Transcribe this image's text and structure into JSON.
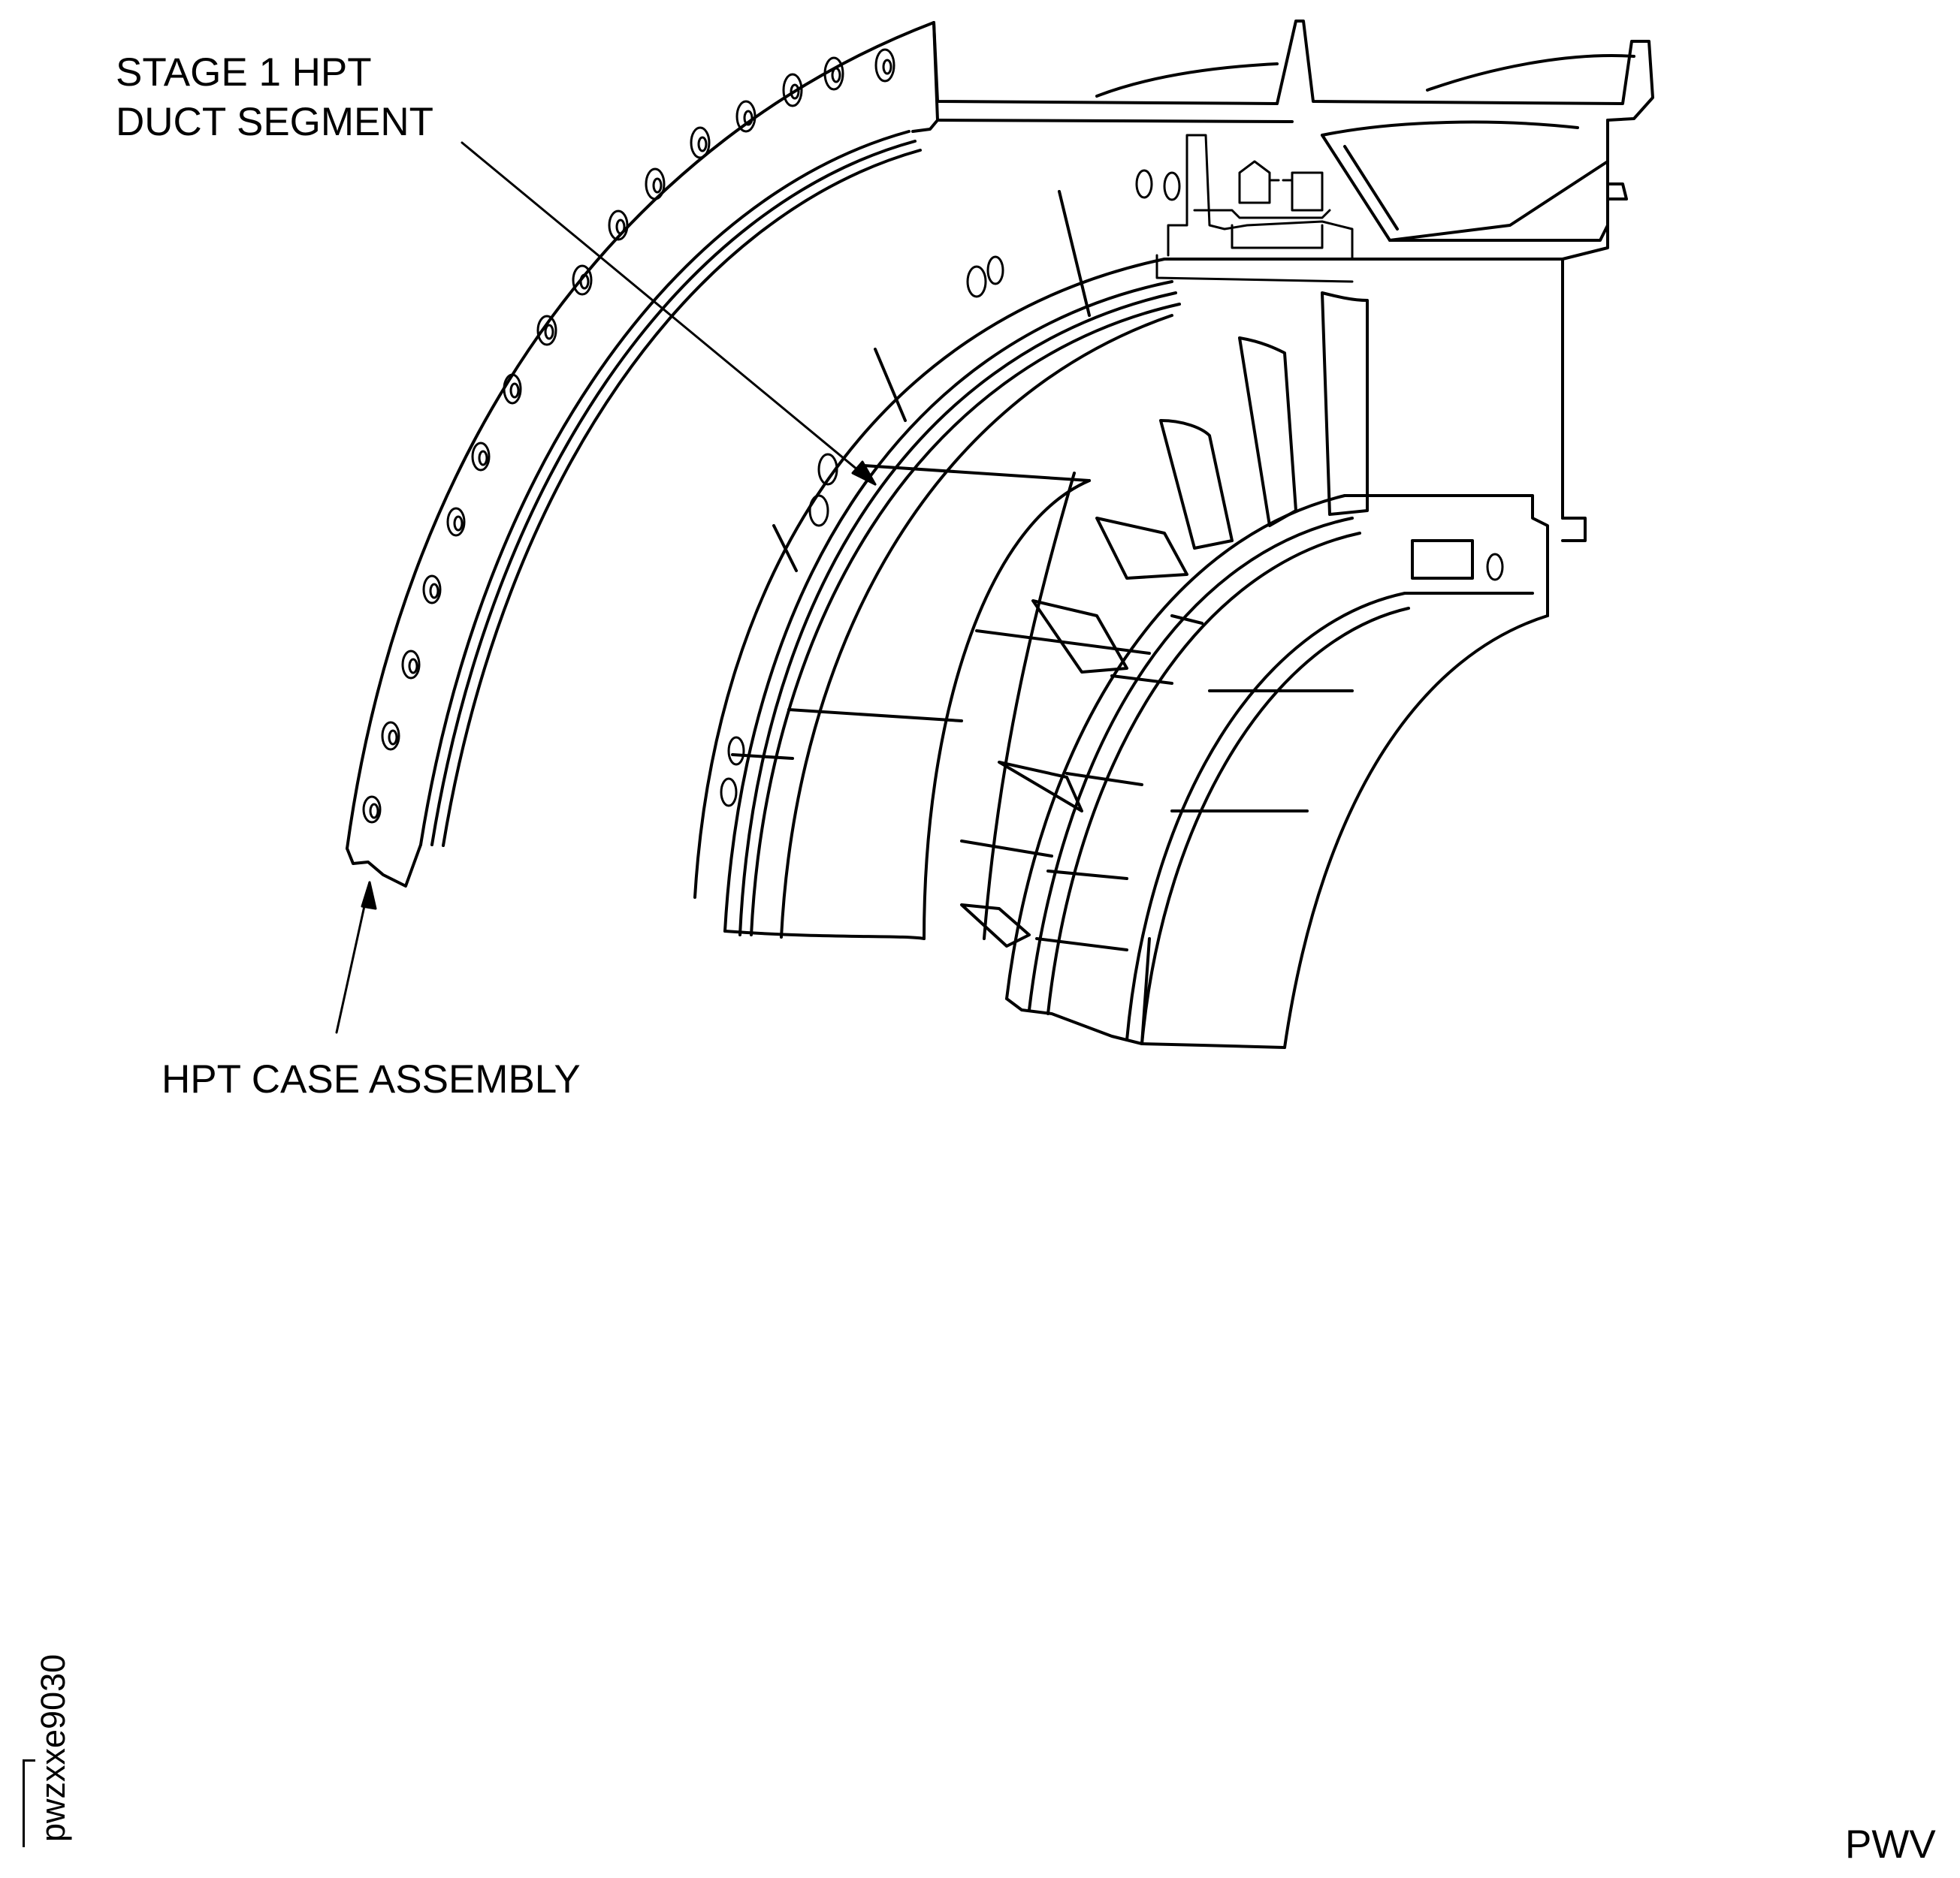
{
  "labels": {
    "duct_segment_line1": "STAGE 1 HPT",
    "duct_segment_line2": "DUCT SEGMENT",
    "case_assembly": "HPT CASE ASSEMBLY",
    "figure_id": "pwzxxe9030",
    "manufacturer_code": "PWV"
  },
  "colors": {
    "line": "#000000",
    "background": "#ffffff"
  }
}
